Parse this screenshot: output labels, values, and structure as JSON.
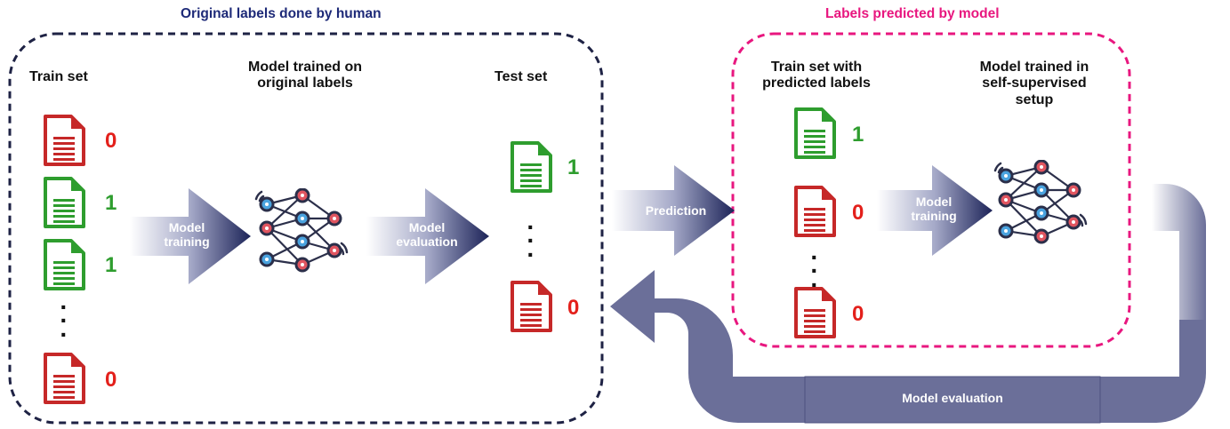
{
  "left_box": {
    "title": "Original labels done by human",
    "title_color": "#1e2a78",
    "border_color": "#1e2244",
    "train_set_label": "Train set",
    "model_label_lines": [
      "Model trained on",
      "original labels"
    ],
    "test_set_label": "Test set",
    "train_labels": [
      "0",
      "1",
      "1",
      "0"
    ],
    "test_labels": [
      "1",
      "0"
    ],
    "training_arrow_lines": [
      "Model",
      "training"
    ],
    "evaluation_arrow_lines": [
      "Model",
      "evaluation"
    ]
  },
  "right_box": {
    "title": "Labels predicted by model",
    "title_color": "#e8177f",
    "border_color": "#e8177f",
    "train_set_lines": [
      "Train set with",
      "predicted labels"
    ],
    "model_lines": [
      "Model trained in",
      "self-supervised",
      "setup"
    ],
    "train_labels": [
      "1",
      "0",
      "0"
    ],
    "training_arrow_lines": [
      "Model",
      "training"
    ]
  },
  "prediction_arrow_label": "Prediction",
  "loop_arrow_label": "Model evaluation",
  "colors": {
    "red_doc": "#c62828",
    "green_doc": "#2e9d2e",
    "label_red": "#e3201b",
    "label_green": "#2e9d2e",
    "arrow_dark": "#1c2358",
    "loop": "#6b6f99",
    "node_blue": "#4aa3df",
    "node_red": "#e05560",
    "node_ring": "#2b2f4a"
  },
  "icons": {
    "document": "document-icon",
    "network": "neural-network-icon"
  }
}
